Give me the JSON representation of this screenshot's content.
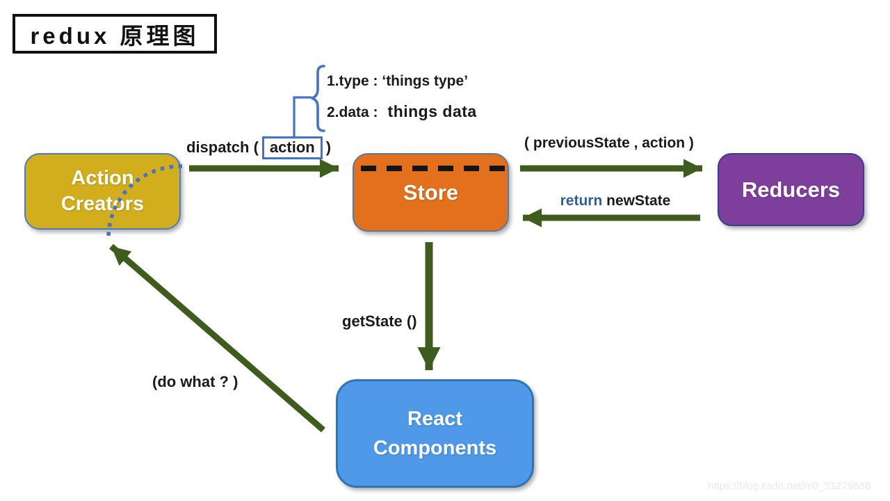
{
  "title": "redux 原理图",
  "annotation": {
    "line1": "1.type : ‘things type’",
    "line2_prefix": "2.data :",
    "line2_value": "things data"
  },
  "dispatch": {
    "prefix": "dispatch (",
    "boxed": "action",
    "suffix": ")"
  },
  "nodes": {
    "action_creators": {
      "lines": [
        "Action",
        "Creators"
      ]
    },
    "store": {
      "label": "Store"
    },
    "reducers": {
      "label": "Reducers"
    },
    "react_components": {
      "lines": [
        "React",
        "Components"
      ]
    }
  },
  "edge_labels": {
    "previous_state": "( previousState , action )",
    "return_keyword": "return",
    "return_rest": "newState",
    "get_state": "getState ()",
    "do_what": "(do what ? )"
  },
  "watermark": "https://blog.csdn.net/m0_51279688",
  "colors": {
    "arrow_green": "#3e5c1e",
    "accent_blue": "#4472c4",
    "return_blue": "#2e5fa3",
    "action_creators_fill": "#d2ae1f",
    "store_fill": "#e2701c",
    "reducers_fill": "#7d3f9b",
    "react_fill": "#4f99e8",
    "dash_black": "#141414",
    "watermark_gray": "#e9e9e9"
  }
}
